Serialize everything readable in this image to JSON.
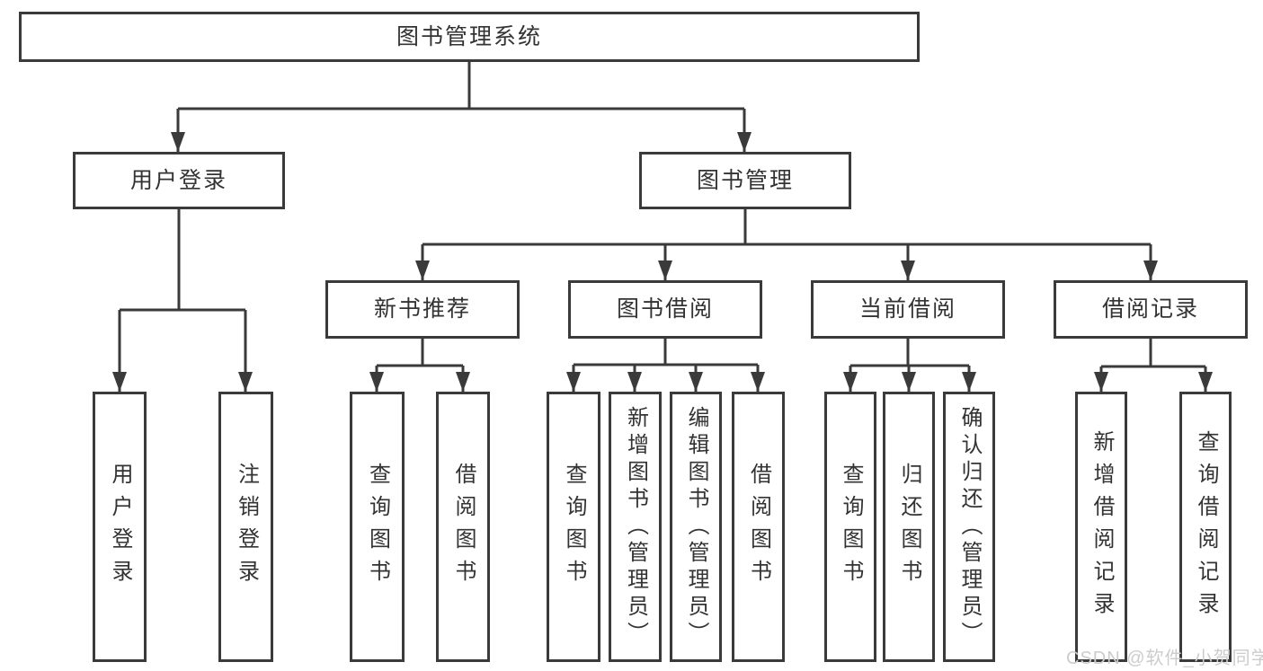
{
  "tree": {
    "label": "图书管理系统",
    "children": [
      {
        "label": "用户登录",
        "children": [
          {
            "label": "用户登录"
          },
          {
            "label": "注销登录"
          }
        ]
      },
      {
        "label": "图书管理",
        "children": [
          {
            "label": "新书推荐",
            "children": [
              {
                "label": "查询图书"
              },
              {
                "label": "借阅图书"
              }
            ]
          },
          {
            "label": "图书借阅",
            "children": [
              {
                "label": "查询图书"
              },
              {
                "label": "新增图书（管理员）"
              },
              {
                "label": "编辑图书（管理员）"
              },
              {
                "label": "借阅图书"
              }
            ]
          },
          {
            "label": "当前借阅",
            "children": [
              {
                "label": "查询图书"
              },
              {
                "label": "归还图书"
              },
              {
                "label": "确认归还（管理员）"
              }
            ]
          },
          {
            "label": "借阅记录",
            "children": [
              {
                "label": "新增借阅记录"
              },
              {
                "label": "查询借阅记录"
              }
            ]
          }
        ]
      }
    ]
  },
  "watermark": {
    "text": "CSDN @软件_小贺同学"
  },
  "colors": {
    "line": "#3a3a3a",
    "text": "#333333",
    "box_background": "#ffffff",
    "watermark": "#cccccc"
  }
}
